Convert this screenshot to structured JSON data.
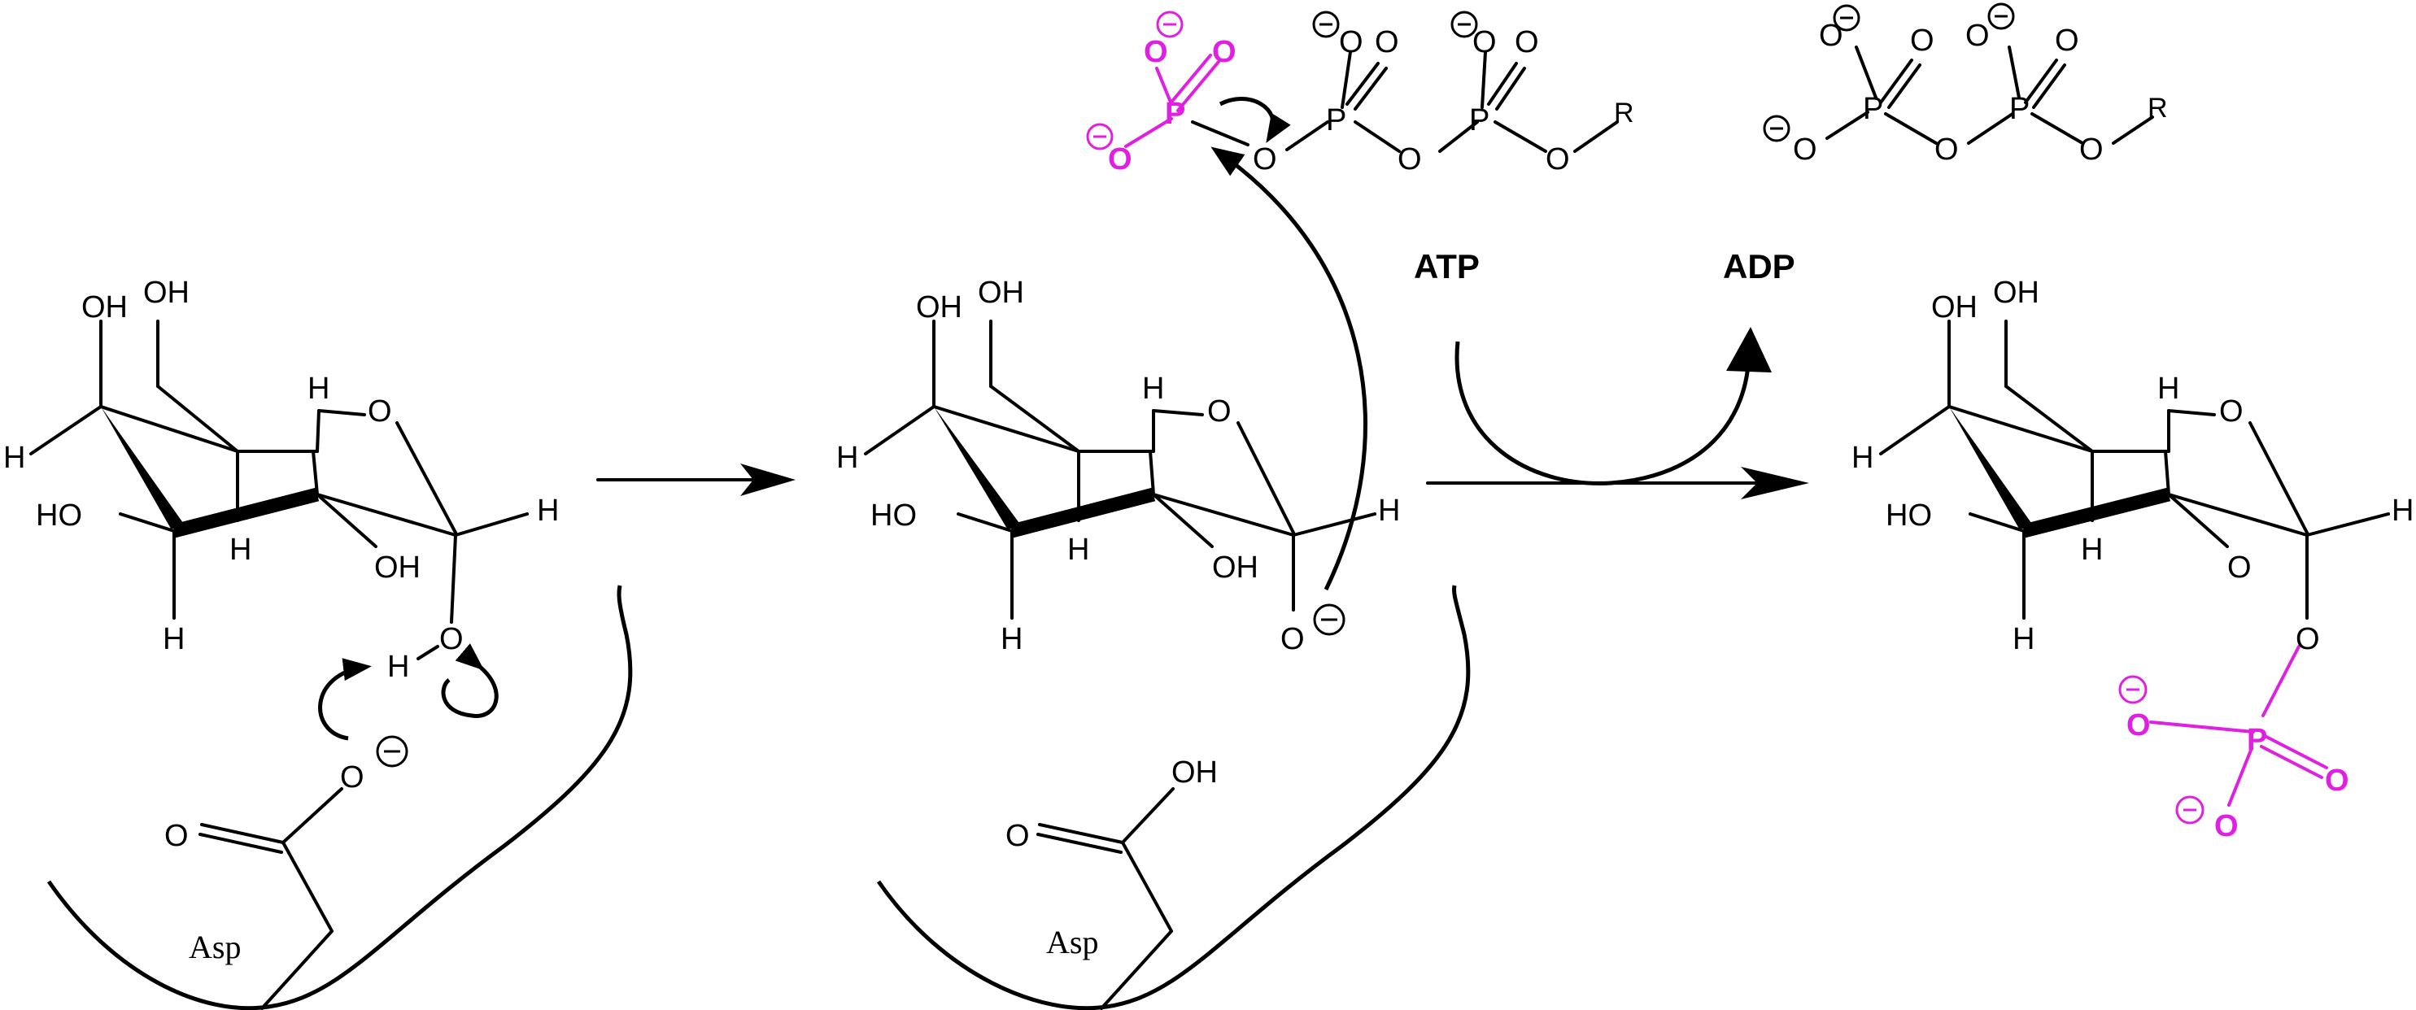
{
  "mechanism": {
    "labels": {
      "atp": "ATP",
      "adp": "ADP",
      "residue": "Asp",
      "r_group": "R",
      "hydroxyl": "OH",
      "hydrogen": "H",
      "oxygen": "O",
      "phosphorus": "P",
      "ho": "HO",
      "minus": "−"
    },
    "colors": {
      "transferred_phosphate": "#e020e0",
      "structure": "#000000",
      "background": "#ffffff"
    }
  }
}
